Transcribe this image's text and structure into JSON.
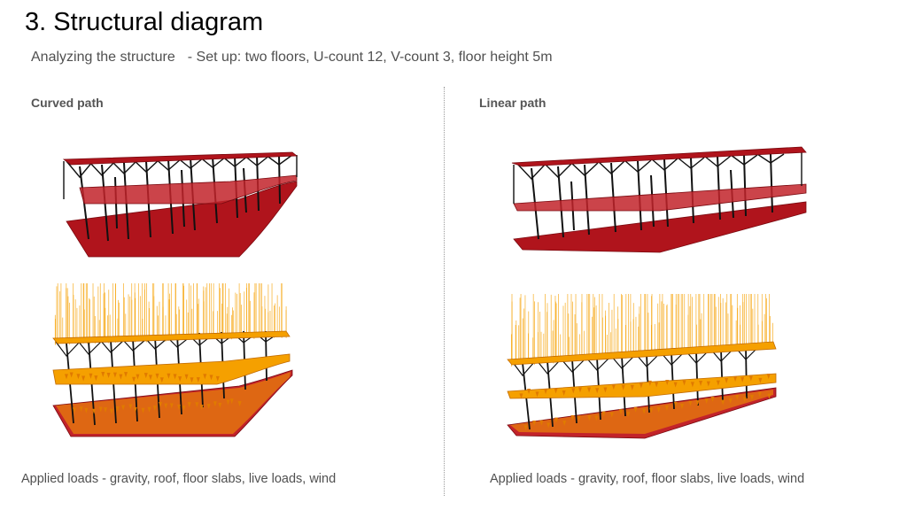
{
  "slide": {
    "title": "3. Structural diagram",
    "subtitle_lead": "Analyzing the structure",
    "subtitle_setup": "- Set up: two floors, U-count 12, V-count 3, floor height 5m"
  },
  "left": {
    "heading": "Curved path",
    "caption": "Applied loads - gravity, roof, floor slabs, live loads, wind"
  },
  "right": {
    "heading": "Linear path",
    "caption": "Applied loads - gravity, roof, floor slabs, live loads, wind"
  },
  "colors": {
    "slab_red": "#b0141c",
    "slab_red_dark": "#7a0a10",
    "frame_black": "#111111",
    "load_orange": "#f5a000",
    "load_yellow": "#ffd04a",
    "text_gray": "#505050"
  }
}
